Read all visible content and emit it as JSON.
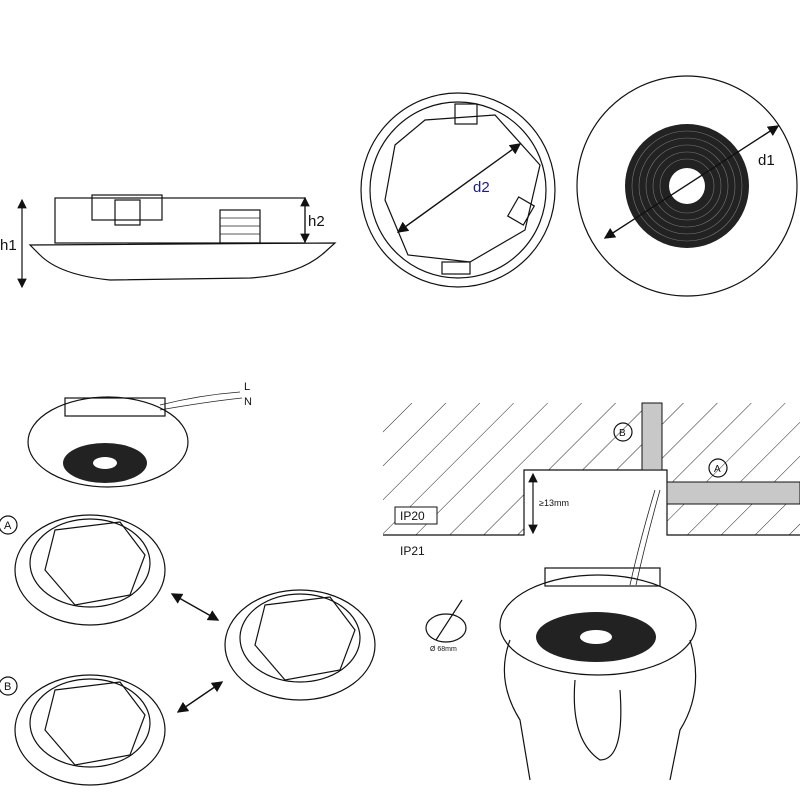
{
  "side_view": {
    "h1": "h1",
    "h2": "h2"
  },
  "back_view": {
    "d2": "d2"
  },
  "front_view": {
    "d1": "d1"
  },
  "wiring": {
    "live": "L",
    "neutral": "N"
  },
  "variants": {
    "a": "A",
    "b": "B"
  },
  "installation": {
    "ip20": "IP20",
    "ip21": "IP21",
    "min_depth": "≥13mm",
    "cable_b": "B",
    "cable_a": "A",
    "cutout": "Ø 68mm"
  },
  "colors": {
    "line": "#111111",
    "dimension": "#1a1a8c",
    "conduit": "#c8c8c8"
  }
}
